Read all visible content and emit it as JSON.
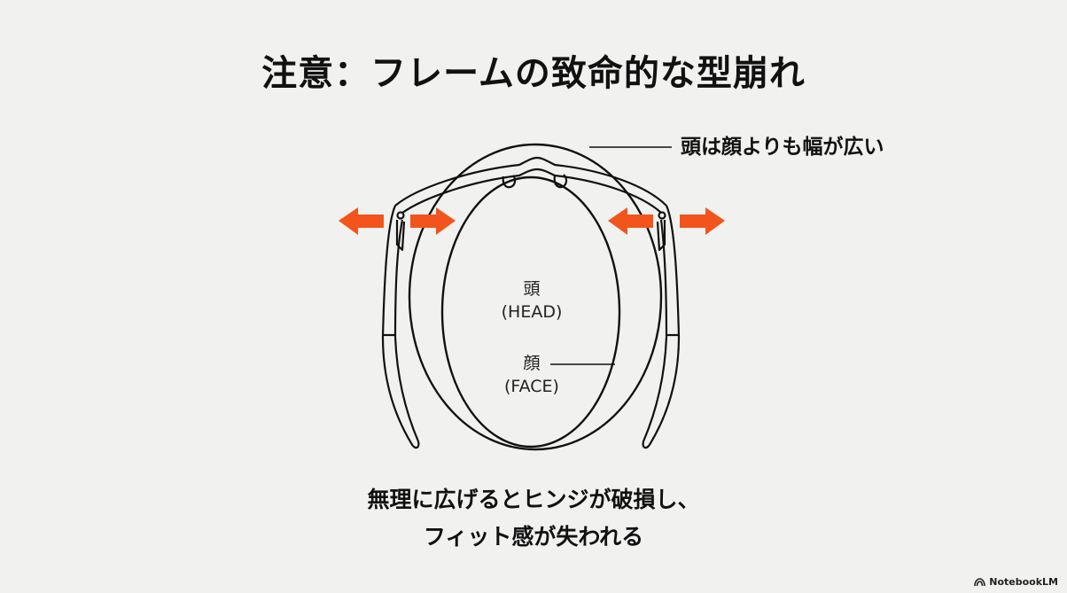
{
  "title": "注意：フレームの致命的な型崩れ",
  "callout": {
    "text": "頭は顔よりも幅が広い"
  },
  "labels": {
    "head_jp": "頭",
    "head_en": "(HEAD)",
    "face_jp": "顔",
    "face_en": "(FACE)"
  },
  "caption": {
    "line1": "無理に広げるとヒンジが破損し、",
    "line2": "フィット感が失われる"
  },
  "arrows": {
    "color": "#f2541b",
    "left_hinge": [
      "outward-left",
      "inward-right"
    ],
    "right_hinge": [
      "inward-left",
      "outward-right"
    ]
  },
  "brand": {
    "icon": "notebooklm-logo-icon",
    "text": "NotebookLM"
  }
}
